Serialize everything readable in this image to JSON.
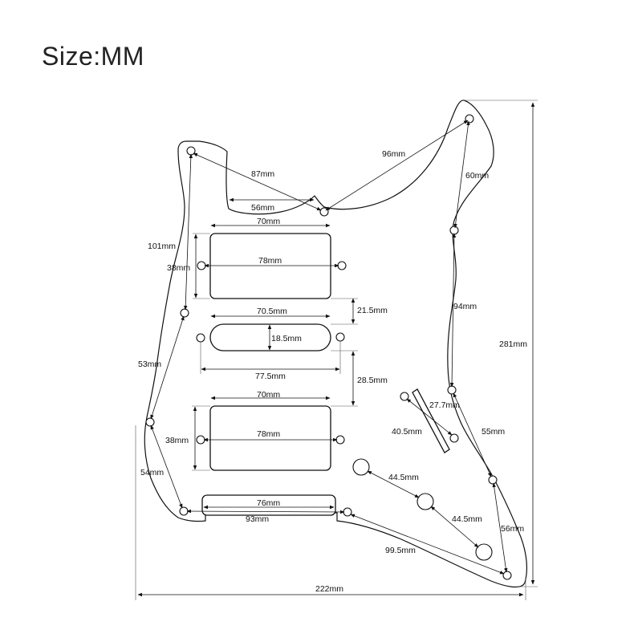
{
  "title": "Size:MM",
  "dimensions": {
    "d96": "96mm",
    "d87": "87mm",
    "d60": "60mm",
    "d56": "56mm",
    "d70_top": "70mm",
    "d101": "101mm",
    "d38_top": "38mm",
    "d78_top": "78mm",
    "d70_5": "70.5mm",
    "d21_5": "21.5mm",
    "d94": "94mm",
    "d18_5": "18.5mm",
    "d281": "281mm",
    "d53": "53mm",
    "d77_5": "77.5mm",
    "d28_5": "28.5mm",
    "d70_bot": "70mm",
    "d27_7": "27.7mm",
    "d38_bot": "38mm",
    "d78_bot": "78mm",
    "d40_5": "40.5mm",
    "d55": "55mm",
    "d54": "54mm",
    "d44_5_a": "44.5mm",
    "d76": "76mm",
    "d44_5_b": "44.5mm",
    "d93": "93mm",
    "d56_right": "56mm",
    "d99_5": "99.5mm",
    "d222": "222mm"
  }
}
